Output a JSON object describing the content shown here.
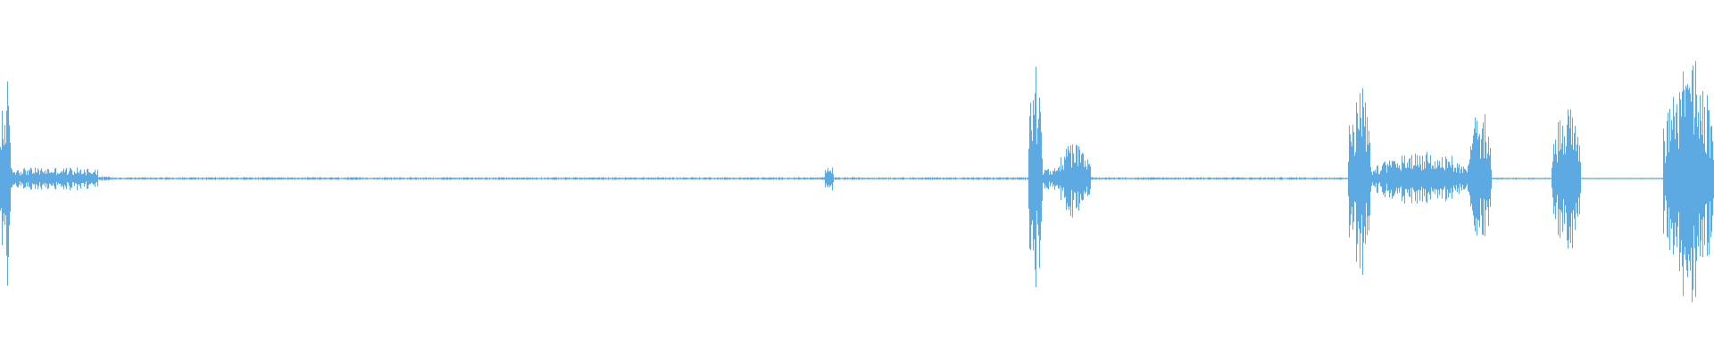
{
  "waveform": {
    "color": "#5DA9E1",
    "background": "#FFFFFF",
    "duration_fraction_visible": 1.0,
    "segments": [
      {
        "start": 0.0,
        "end": 0.006,
        "amp": 0.42,
        "kind": "burst"
      },
      {
        "start": 0.006,
        "end": 0.057,
        "amp": 0.05,
        "kind": "noise"
      },
      {
        "start": 0.057,
        "end": 0.065,
        "amp": 0.01,
        "kind": "quiet"
      },
      {
        "start": 0.065,
        "end": 0.6,
        "amp": 0.006,
        "kind": "noise"
      },
      {
        "start": 0.481,
        "end": 0.486,
        "amp": 0.05,
        "kind": "blip"
      },
      {
        "start": 0.6,
        "end": 0.608,
        "amp": 0.46,
        "kind": "burst"
      },
      {
        "start": 0.608,
        "end": 0.616,
        "amp": 0.05,
        "kind": "noise"
      },
      {
        "start": 0.616,
        "end": 0.636,
        "amp": 0.16,
        "kind": "burst"
      },
      {
        "start": 0.636,
        "end": 0.786,
        "amp": 0.006,
        "kind": "noise"
      },
      {
        "start": 0.786,
        "end": 0.8,
        "amp": 0.4,
        "kind": "burst"
      },
      {
        "start": 0.8,
        "end": 0.856,
        "amp": 0.12,
        "kind": "burst"
      },
      {
        "start": 0.856,
        "end": 0.87,
        "amp": 0.3,
        "kind": "burst"
      },
      {
        "start": 0.87,
        "end": 0.905,
        "amp": 0.004,
        "kind": "quiet"
      },
      {
        "start": 0.905,
        "end": 0.922,
        "amp": 0.34,
        "kind": "burst"
      },
      {
        "start": 0.922,
        "end": 0.97,
        "amp": 0.003,
        "kind": "quiet"
      },
      {
        "start": 0.97,
        "end": 1.0,
        "amp": 0.5,
        "kind": "burst"
      }
    ]
  }
}
